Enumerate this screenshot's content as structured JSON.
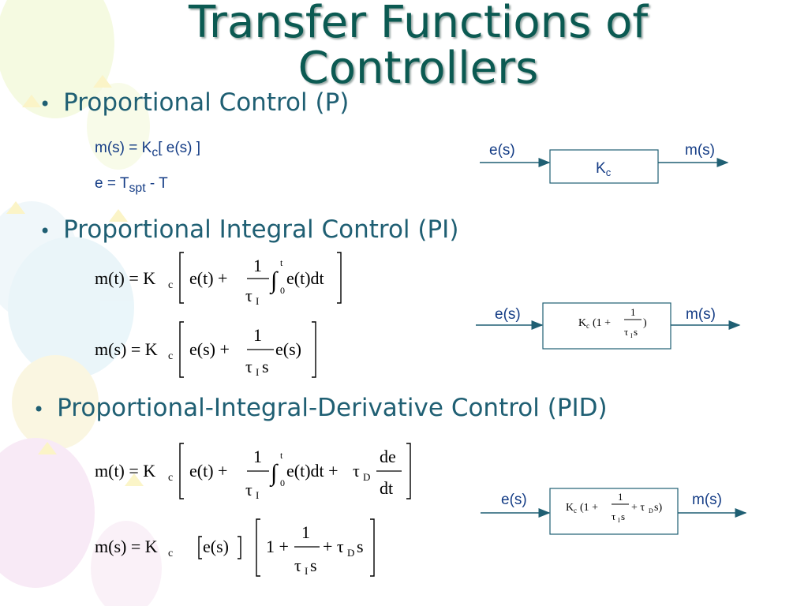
{
  "title": "Transfer Functions of Controllers",
  "sections": {
    "p": {
      "heading": "Proportional Control (P)",
      "eq1": {
        "a": "m(s) = K",
        "sub": "c",
        "b": "[ e(s) ]"
      },
      "eq2": {
        "a": "e = T",
        "sub": "spt",
        "b": " - T"
      },
      "diagram": {
        "input": "e(s)",
        "output": "m(s)",
        "gain": "K",
        "gain_sub": "c"
      }
    },
    "pi": {
      "heading": "Proportional Integral Control (PI)",
      "diagram": {
        "input": "e(s)",
        "output": "m(s)"
      }
    },
    "pid": {
      "heading": "Proportional-Integral-Derivative Control (PID)",
      "diagram": {
        "input": "e(s)",
        "output": "m(s)"
      }
    }
  },
  "colors": {
    "title": "#0b5a52",
    "bullet": "#1f5f73",
    "text": "#143c85",
    "arrow": "#1f5f73"
  }
}
